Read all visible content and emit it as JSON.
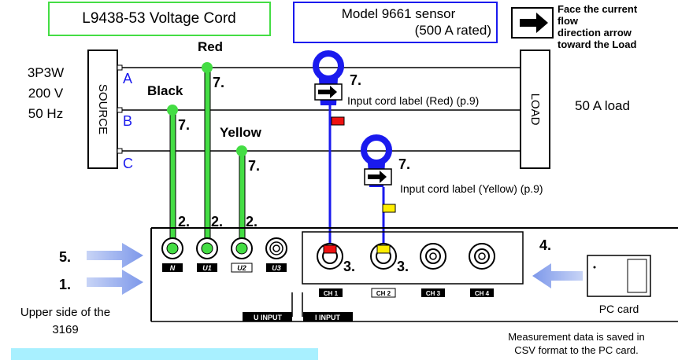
{
  "voltage_cord_title": "L9438-53 Voltage Cord",
  "sensor_title_line1": "Model 9661 sensor",
  "sensor_title_line2": "(500 A rated)",
  "arrow_note": [
    "Face the current",
    "flow",
    "direction arrow",
    "toward the Load"
  ],
  "supply": {
    "line1": "3P3W",
    "line2": "200 V",
    "line3": "50 Hz"
  },
  "source_label": "SOURCE",
  "load_label": "LOAD",
  "load_note": "50 A load",
  "phases": {
    "a": "A",
    "b": "B",
    "c": "C"
  },
  "clip_colors": {
    "red": "Red",
    "black": "Black",
    "yellow": "Yellow"
  },
  "steps": {
    "s1": "1.",
    "s2": "2.",
    "s3": "3.",
    "s4": "4.",
    "s5": "5.",
    "s7": "7."
  },
  "input_label_red": "Input cord label (Red) (p.9)",
  "input_label_yellow": "Input cord label (Yellow) (p.9)",
  "voltage_terminals": [
    "N",
    "U1",
    "U2",
    "U3"
  ],
  "channels": [
    "CH 1",
    "CH 2",
    "CH 3",
    "CH 4"
  ],
  "u_input_label": "U INPUT",
  "i_input_label": "I INPUT",
  "upper_side_line1": "Upper side of the",
  "upper_side_line2": "3169",
  "pc_card_label": "PC card",
  "save_note_line1": "Measurement data is saved in",
  "save_note_line2": "CSV format to the PC card.",
  "colors": {
    "green": "#44dd44",
    "blue": "#1a1aee",
    "red": "#ee1111",
    "yellow": "#ffee00",
    "arrow": "#8aa4ee",
    "cyan": "#a8f0ff"
  }
}
